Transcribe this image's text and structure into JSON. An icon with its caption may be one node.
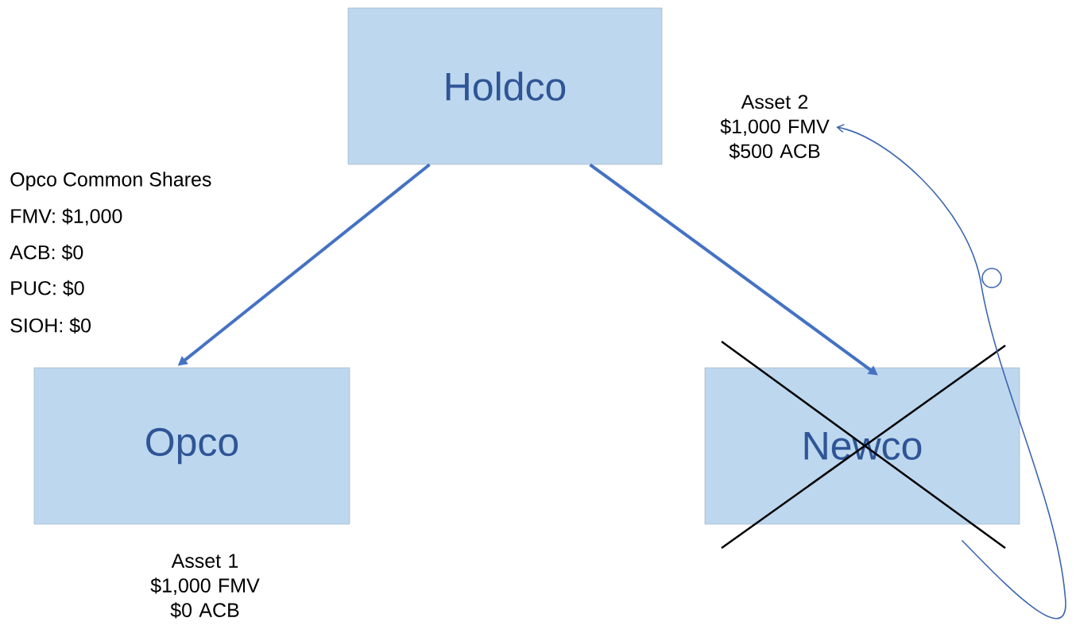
{
  "diagram": {
    "nodes": [
      {
        "text": [
          "Holdco"
        ]
      },
      {
        "text": [
          "Opco"
        ],
        "beside": [
          "Asset 1 $1,000 FMV $0 ACB"
        ]
      },
      {
        "text": [
          "Newco"
        ]
      },
      {
        "text": [
          "Asset 2 $1,000 FMV $500 ACB"
        ]
      }
    ],
    "edges": [
      {
        "from": 0,
        "to": 1,
        "arrow": "to"
      },
      {
        "from": 0,
        "to": 2,
        "arrow": "to"
      },
      {
        "from": 2,
        "to": 3,
        "arrow": "to"
      }
    ],
    "labels": [
      "Opco Common Shares",
      "FMV: $1,000",
      "ACB: $0",
      "PUC: $0",
      "SIOH: $0"
    ]
  }
}
